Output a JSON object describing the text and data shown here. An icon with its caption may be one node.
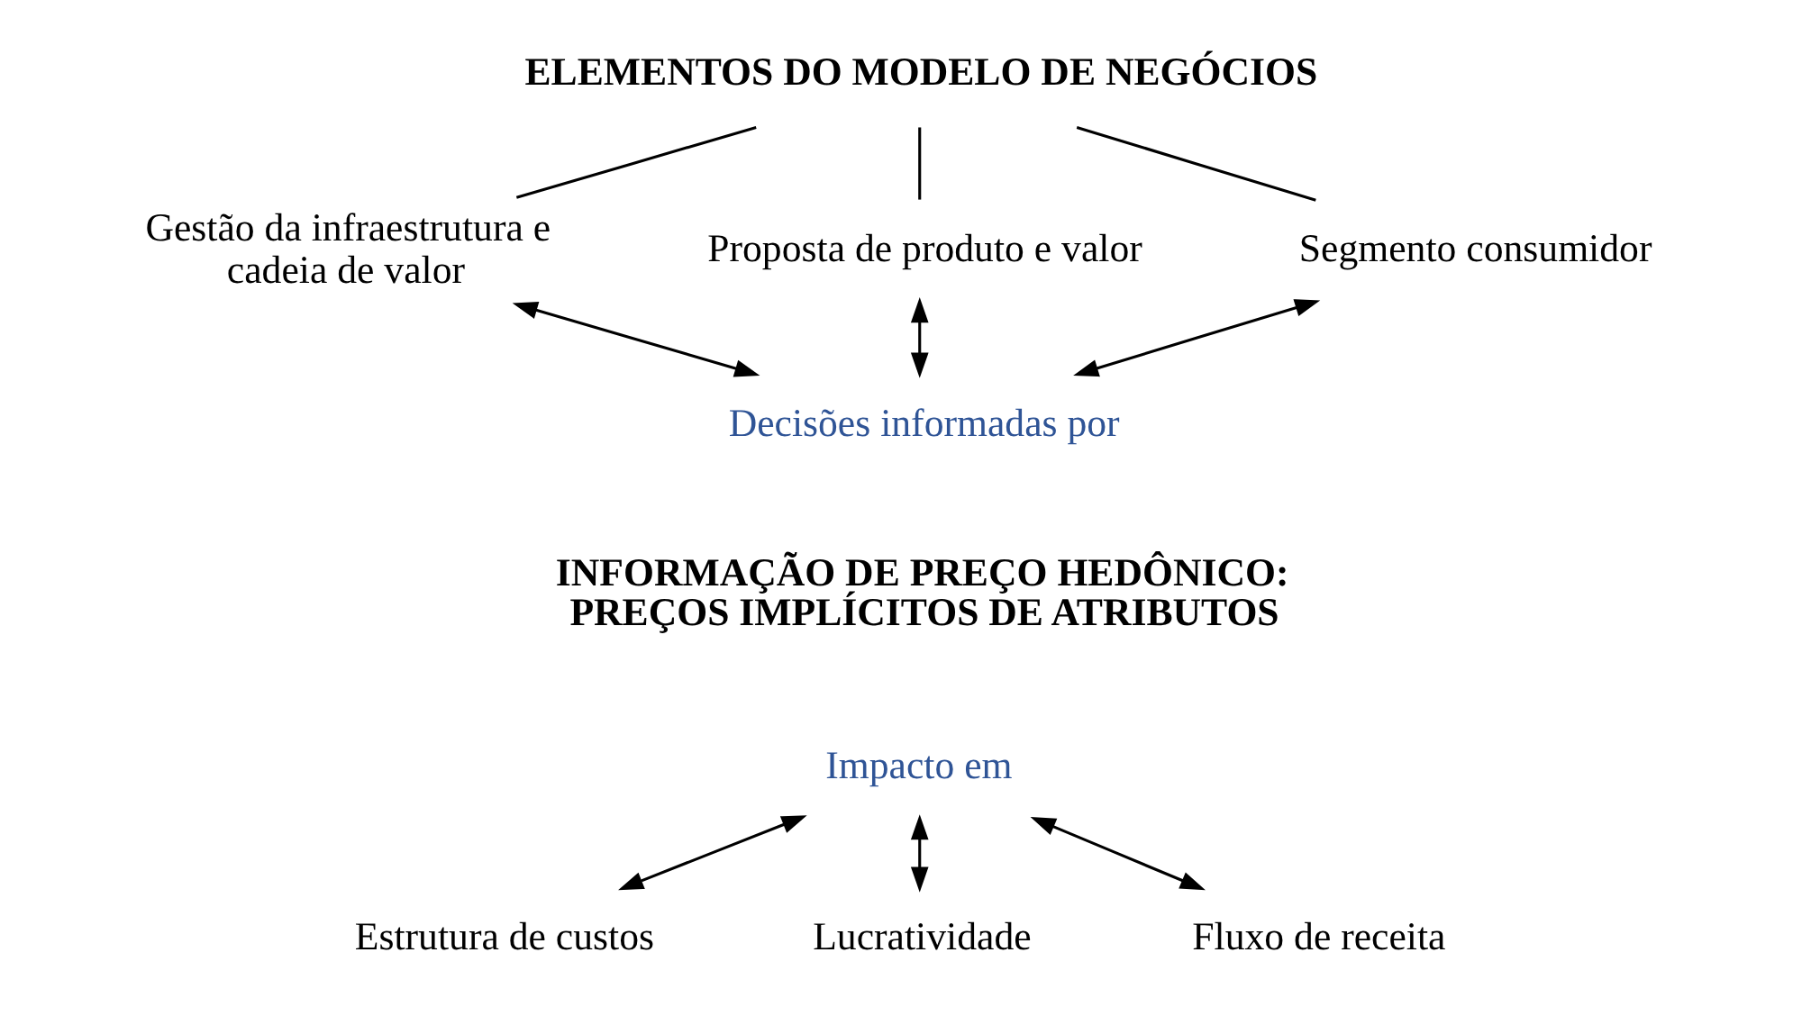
{
  "diagram": {
    "nodes": [
      {
        "text": [
          "ELEMENTOS DO MODELO DE NEGÓCIOS"
        ]
      },
      {
        "text": [
          "Gestão da infraestrutura e cadeia de valor"
        ]
      },
      {
        "text": [
          "Proposta de produto e valor"
        ]
      },
      {
        "text": [
          "Segmento consumidor"
        ]
      },
      {
        "text": [
          "Decisões informadas por"
        ]
      },
      {
        "text": [
          "INFORMAÇÃO DE PREÇO HEDÔNICO: PREÇOS IMPLÍCITOS DE ATRIBUTOS"
        ]
      },
      {
        "text": [
          "Impacto em"
        ]
      },
      {
        "text": [
          "Estrutura de custos"
        ]
      },
      {
        "text": [
          "Lucratividade"
        ]
      },
      {
        "text": [
          "Fluxo de receita"
        ]
      }
    ],
    "edges": [
      {
        "from": 0,
        "to": 1,
        "arrow": "none"
      },
      {
        "from": 0,
        "to": 2,
        "arrow": "none"
      },
      {
        "from": 0,
        "to": 3,
        "arrow": "none"
      },
      {
        "from": 1,
        "to": 4,
        "arrow": "both"
      },
      {
        "from": 2,
        "to": 4,
        "arrow": "both"
      },
      {
        "from": 3,
        "to": 4,
        "arrow": "both"
      },
      {
        "from": 6,
        "to": 7,
        "arrow": "both"
      },
      {
        "from": 6,
        "to": 8,
        "arrow": "both"
      },
      {
        "from": 6,
        "to": 9,
        "arrow": "both"
      }
    ]
  }
}
